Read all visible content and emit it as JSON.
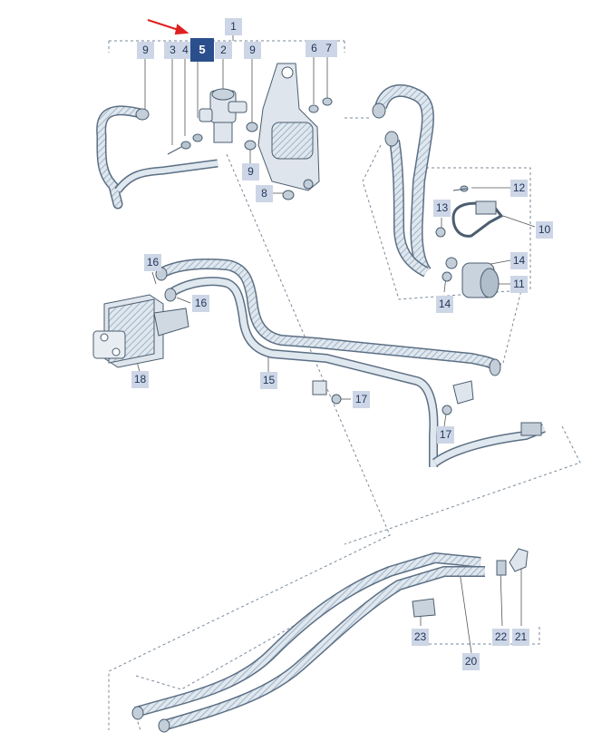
{
  "diagram": {
    "selected_part": "5",
    "callouts": [
      "1",
      "2",
      "3",
      "4",
      "5",
      "6",
      "7",
      "8",
      "9",
      "9",
      "9",
      "10",
      "11",
      "12",
      "13",
      "14",
      "14",
      "15",
      "16",
      "16",
      "17",
      "17",
      "18",
      "20",
      "21",
      "22",
      "23"
    ],
    "colors": {
      "callout_bg": "#cdd6e6",
      "callout_text": "#1f3558",
      "selected_bg": "#2b4f8c",
      "pointer_arrow": "#e02020",
      "hose": "#9fb3c8",
      "hose_dark": "#5c6f84",
      "dash_line": "#7a8a9a"
    }
  }
}
